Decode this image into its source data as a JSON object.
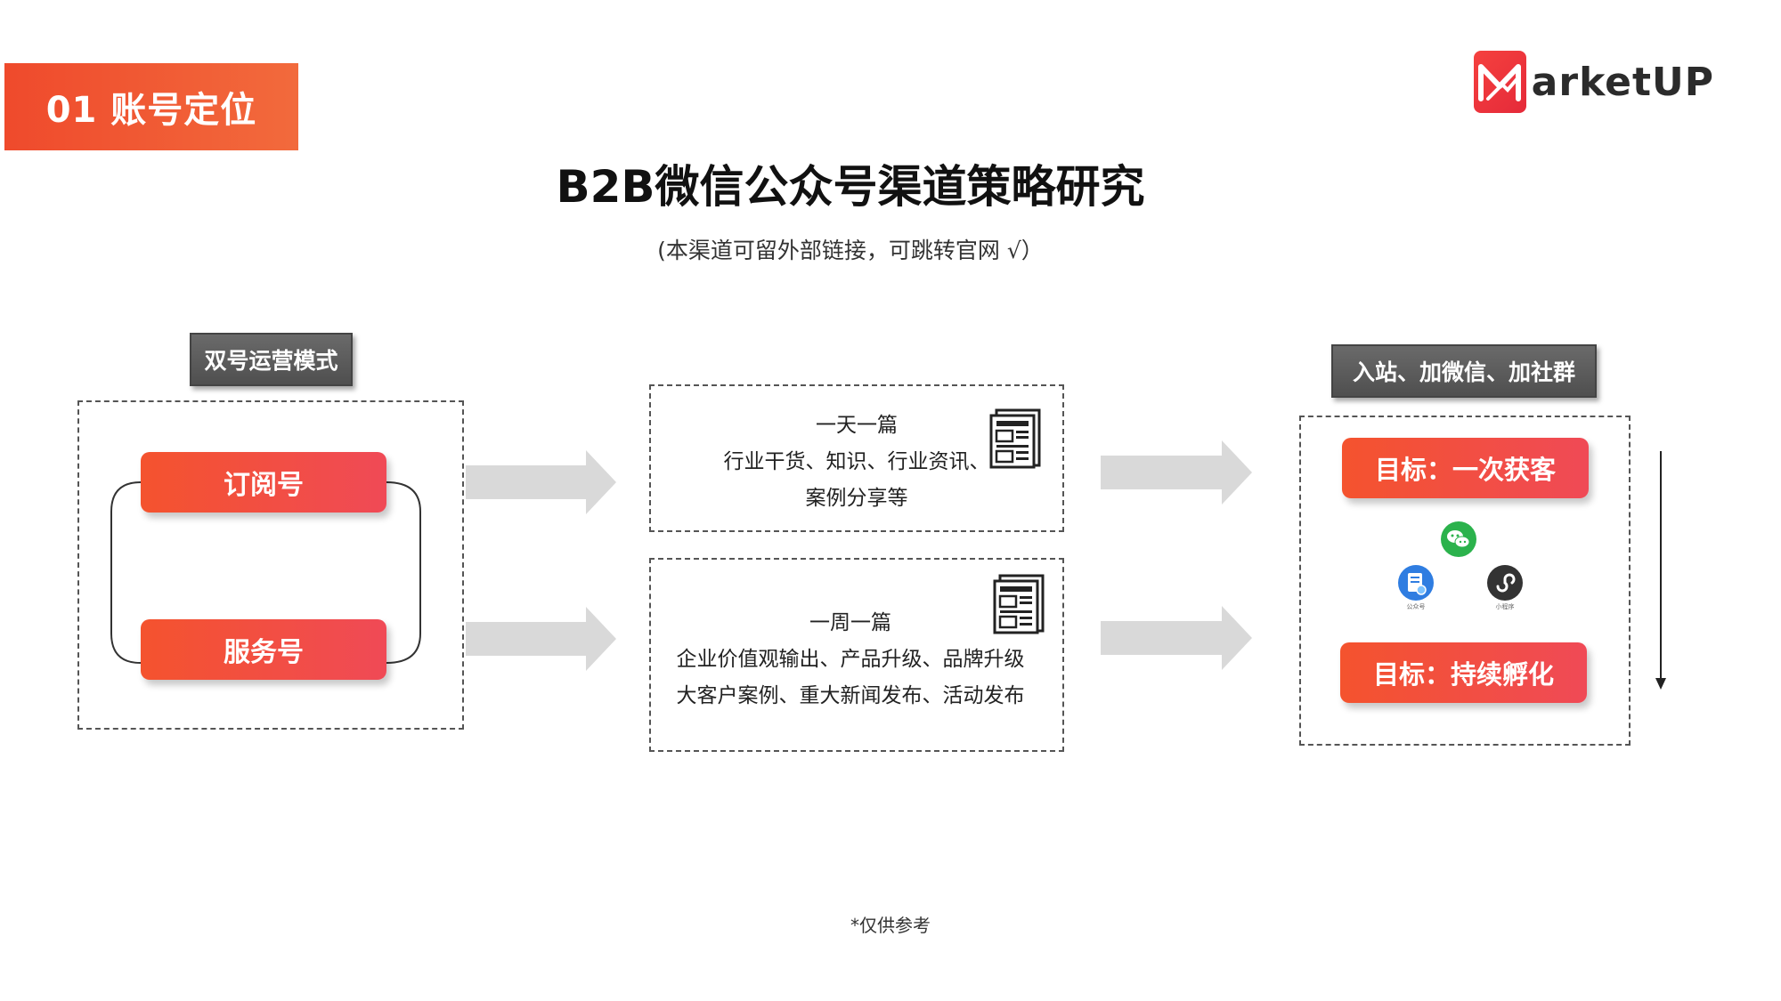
{
  "section_tag": "01 账号定位",
  "logo": {
    "text": "arketUP",
    "brand_color": "#f03e3e"
  },
  "title": "B2B微信公众号渠道策略研究",
  "subtitle": "(本渠道可留外部链接，可跳转官网 √）",
  "left": {
    "label": "双号运营模式",
    "items": [
      "订阅号",
      "服务号"
    ]
  },
  "middle": {
    "daily": {
      "heading": "一天一篇",
      "lines": [
        "行业干货、知识、行业资讯、",
        "案例分享等"
      ]
    },
    "weekly": {
      "heading": "一周一篇",
      "lines": [
        "企业价值观输出、产品升级、品牌升级",
        "大客户案例、重大新闻发布、活动发布"
      ]
    }
  },
  "right": {
    "label": "入站、加微信、加社群",
    "goal1": "目标：一次获客",
    "goal2": "目标：持续孵化",
    "icons": [
      {
        "name": "wechat-icon",
        "color": "#2bb24c"
      },
      {
        "name": "official-account-icon",
        "color": "#2f7de1",
        "caption": "公众号"
      },
      {
        "name": "mini-program-icon",
        "color": "#333333",
        "caption": "小程序"
      }
    ]
  },
  "footnote": "*仅供参考",
  "colors": {
    "accent": "#f0492f",
    "label_gray": "#5a5a5a",
    "arrow_gray": "#d8d8d8"
  }
}
